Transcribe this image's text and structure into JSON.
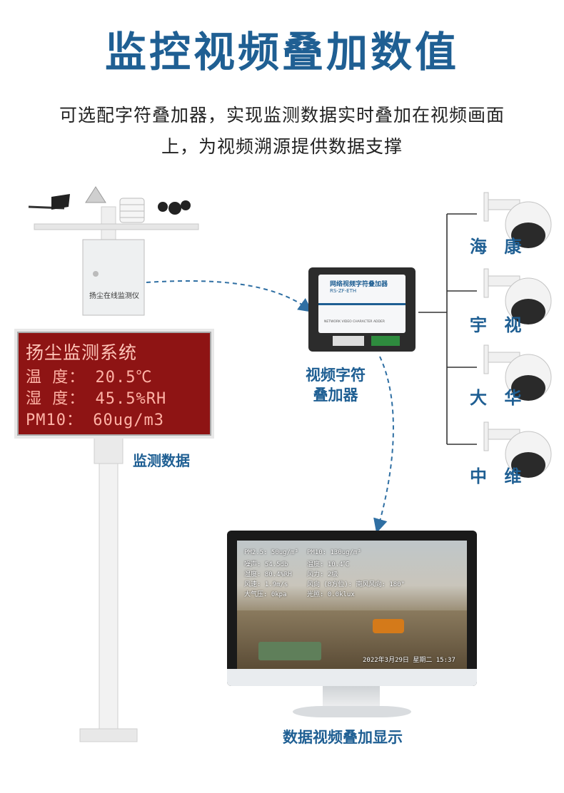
{
  "page": {
    "title": "监控视频叠加数值",
    "subtitle_line1": "可选配字符叠加器，实现监测数据实时叠加在视频画面",
    "subtitle_line2": "上，为视频溯源提供数据支撑"
  },
  "station": {
    "box_label": "扬尘在线监测仪",
    "led_lines": [
      "扬尘监测系统",
      "温 度： 20.5℃",
      "湿 度： 45.5%RH",
      "PM10： 60ug/m3"
    ],
    "data_label": "监测数据"
  },
  "device": {
    "caption_line1": "视频字符",
    "caption_line2": "叠加器",
    "face_title": "网络视频字符叠加器",
    "face_model": "RS-ZF-ETH",
    "face_sub": "NETWORK VIDEO CHARACTER ADDER"
  },
  "cameras": [
    "海 康",
    "宇 视",
    "大 华",
    "中 维"
  ],
  "monitor": {
    "overlay": [
      "PM2.5: 50ug/m³",
      "PM10: 130ug/m³",
      "噪声: 54.5db",
      "温度: 10.4℃",
      "湿度: 80.4%RH",
      "风力: 2级",
      "风速: 1.9m/s",
      "风向 (8方位): 南风风向: 180°",
      "大气压: 0kpa",
      "光照: 0.0klux",
      "2022年3月29日 星期二 15:37"
    ],
    "caption": "数据视频叠加显示"
  },
  "colors": {
    "accent": "#1f5f93",
    "led_bg": "#8e1414",
    "led_text": "#ffb3a6"
  }
}
